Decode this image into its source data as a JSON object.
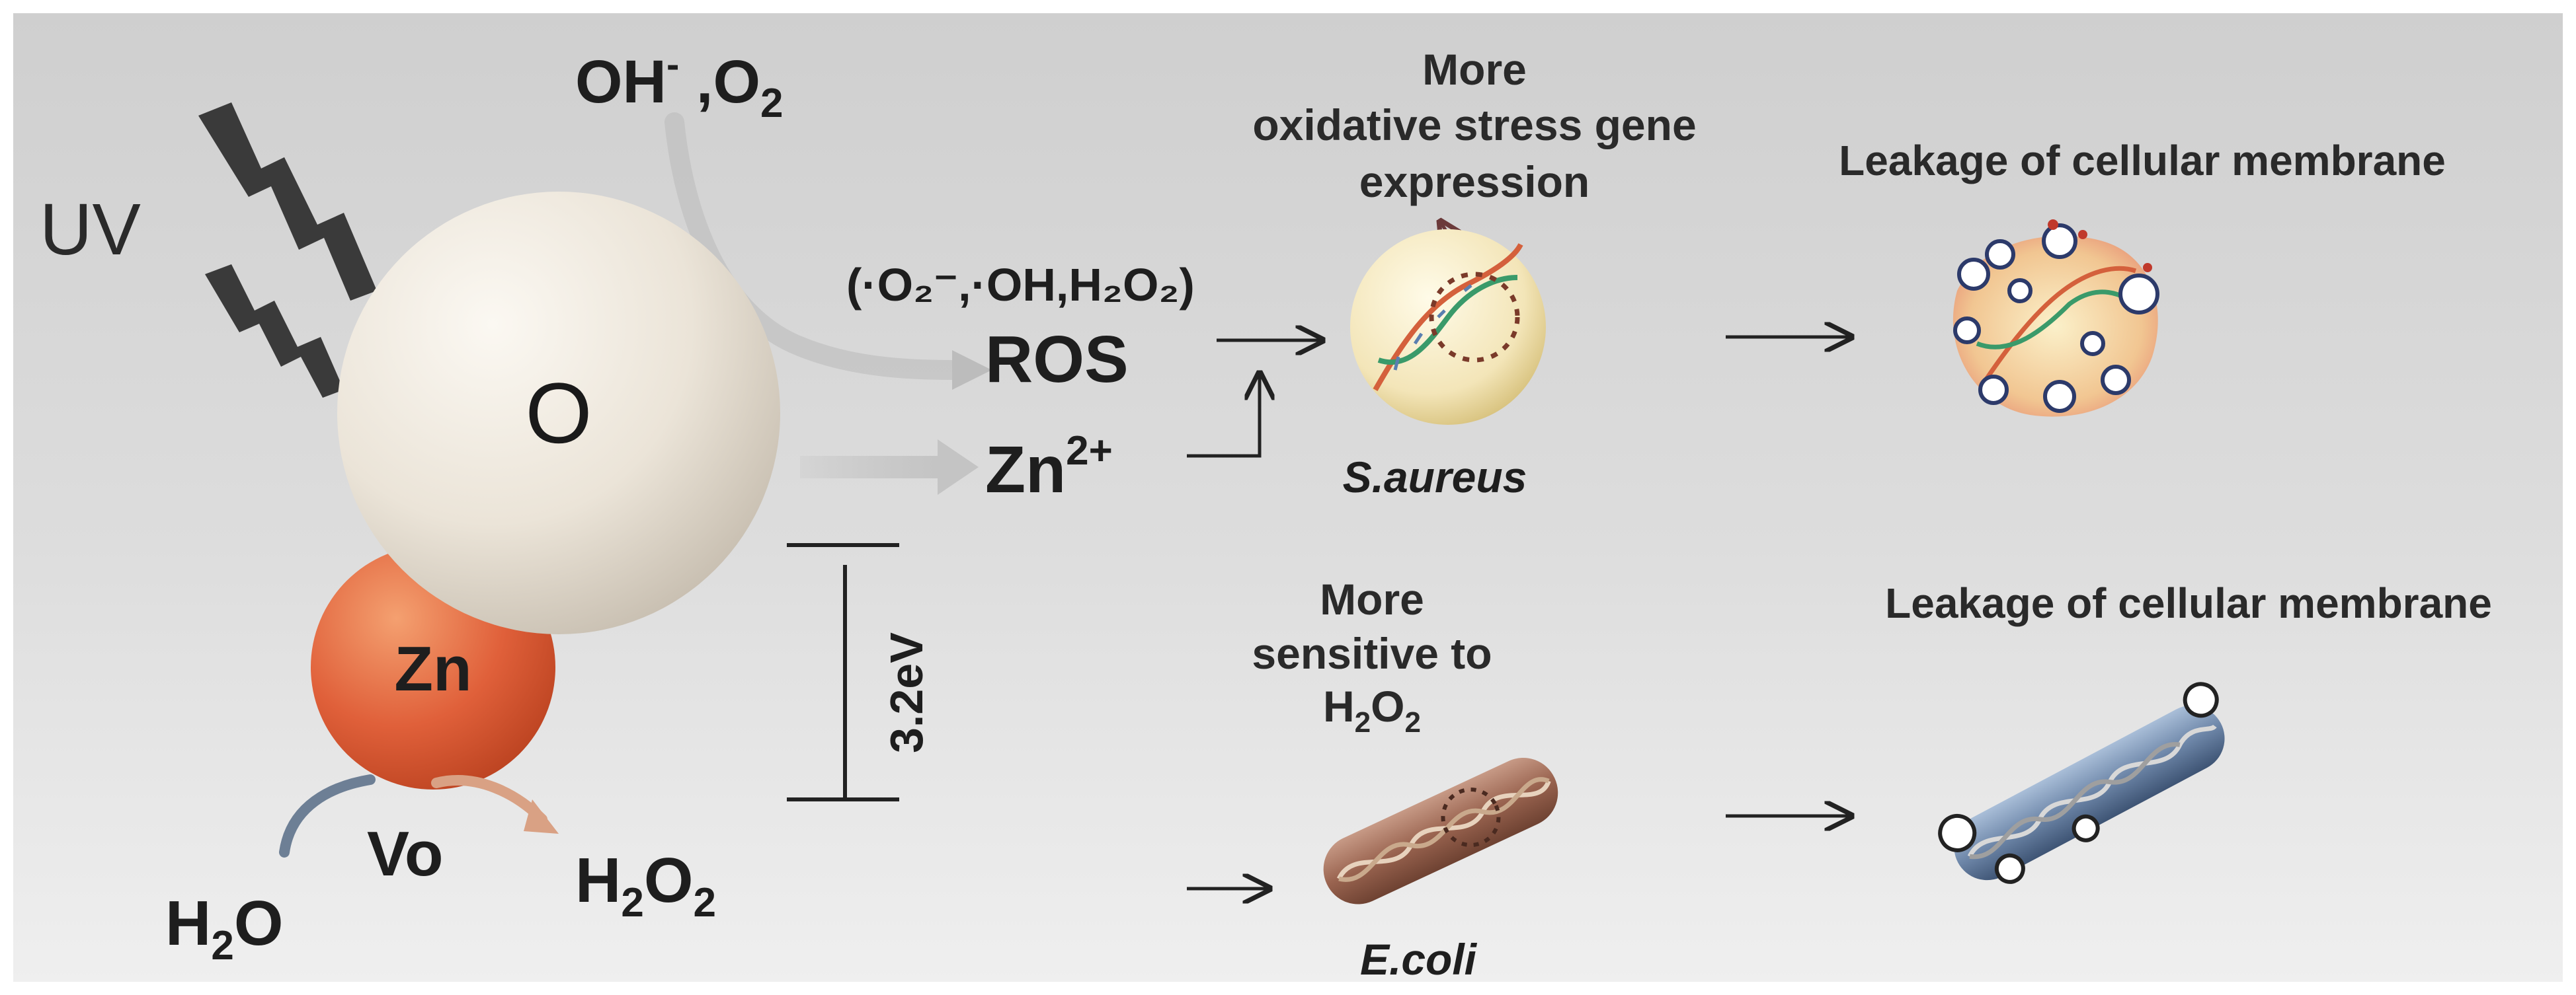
{
  "labels": {
    "uv": "UV",
    "oh": "OH",
    "oh_sup": "-",
    "oh_sep": " ,O",
    "oh_sub": "2",
    "o_atom": "O",
    "zn_atom": "Zn",
    "vo": "Vo",
    "h2o_h": "H",
    "h2o_sub": "2",
    "h2o_o": "O",
    "h2o2_h": "H",
    "h2o2_sub1": "2",
    "h2o2_o": "O",
    "h2o2_sub2": "2",
    "ros_species": "(·O₂⁻,·OH,H₂O₂)",
    "ros": "ROS",
    "zn_ion": "Zn",
    "zn_ion_sup": "2+",
    "bandgap": "3.2eV",
    "more_top": "More",
    "oxidative_line1": "oxidative stress gene",
    "oxidative_line2": "expression",
    "leakage_top": "Leakage of cellular membrane",
    "s_aureus": "S.aureus",
    "more_bottom": "More",
    "sensitive_line1": "sensitive to",
    "sensitive_h": "H",
    "sensitive_sub1": "2",
    "sensitive_o": "O",
    "sensitive_sub2": "2",
    "leakage_bottom": "Leakage of cellular membrane",
    "e_coli": "E.coli"
  },
  "colors": {
    "background_top": "#d2d2d2",
    "background_bottom": "#ededed",
    "o_sphere": "#ece6dc",
    "zn_sphere": "#e0603a",
    "lightning": "#3a3a3a",
    "text": "#1e1e1e",
    "arrow": "#222222"
  },
  "icons": {
    "lightning": "lightning-bolt-icon",
    "s_aureus_cell": "coccus-cell-icon",
    "e_coli_cell": "rod-cell-icon",
    "dna": "dna-helix-icon"
  }
}
